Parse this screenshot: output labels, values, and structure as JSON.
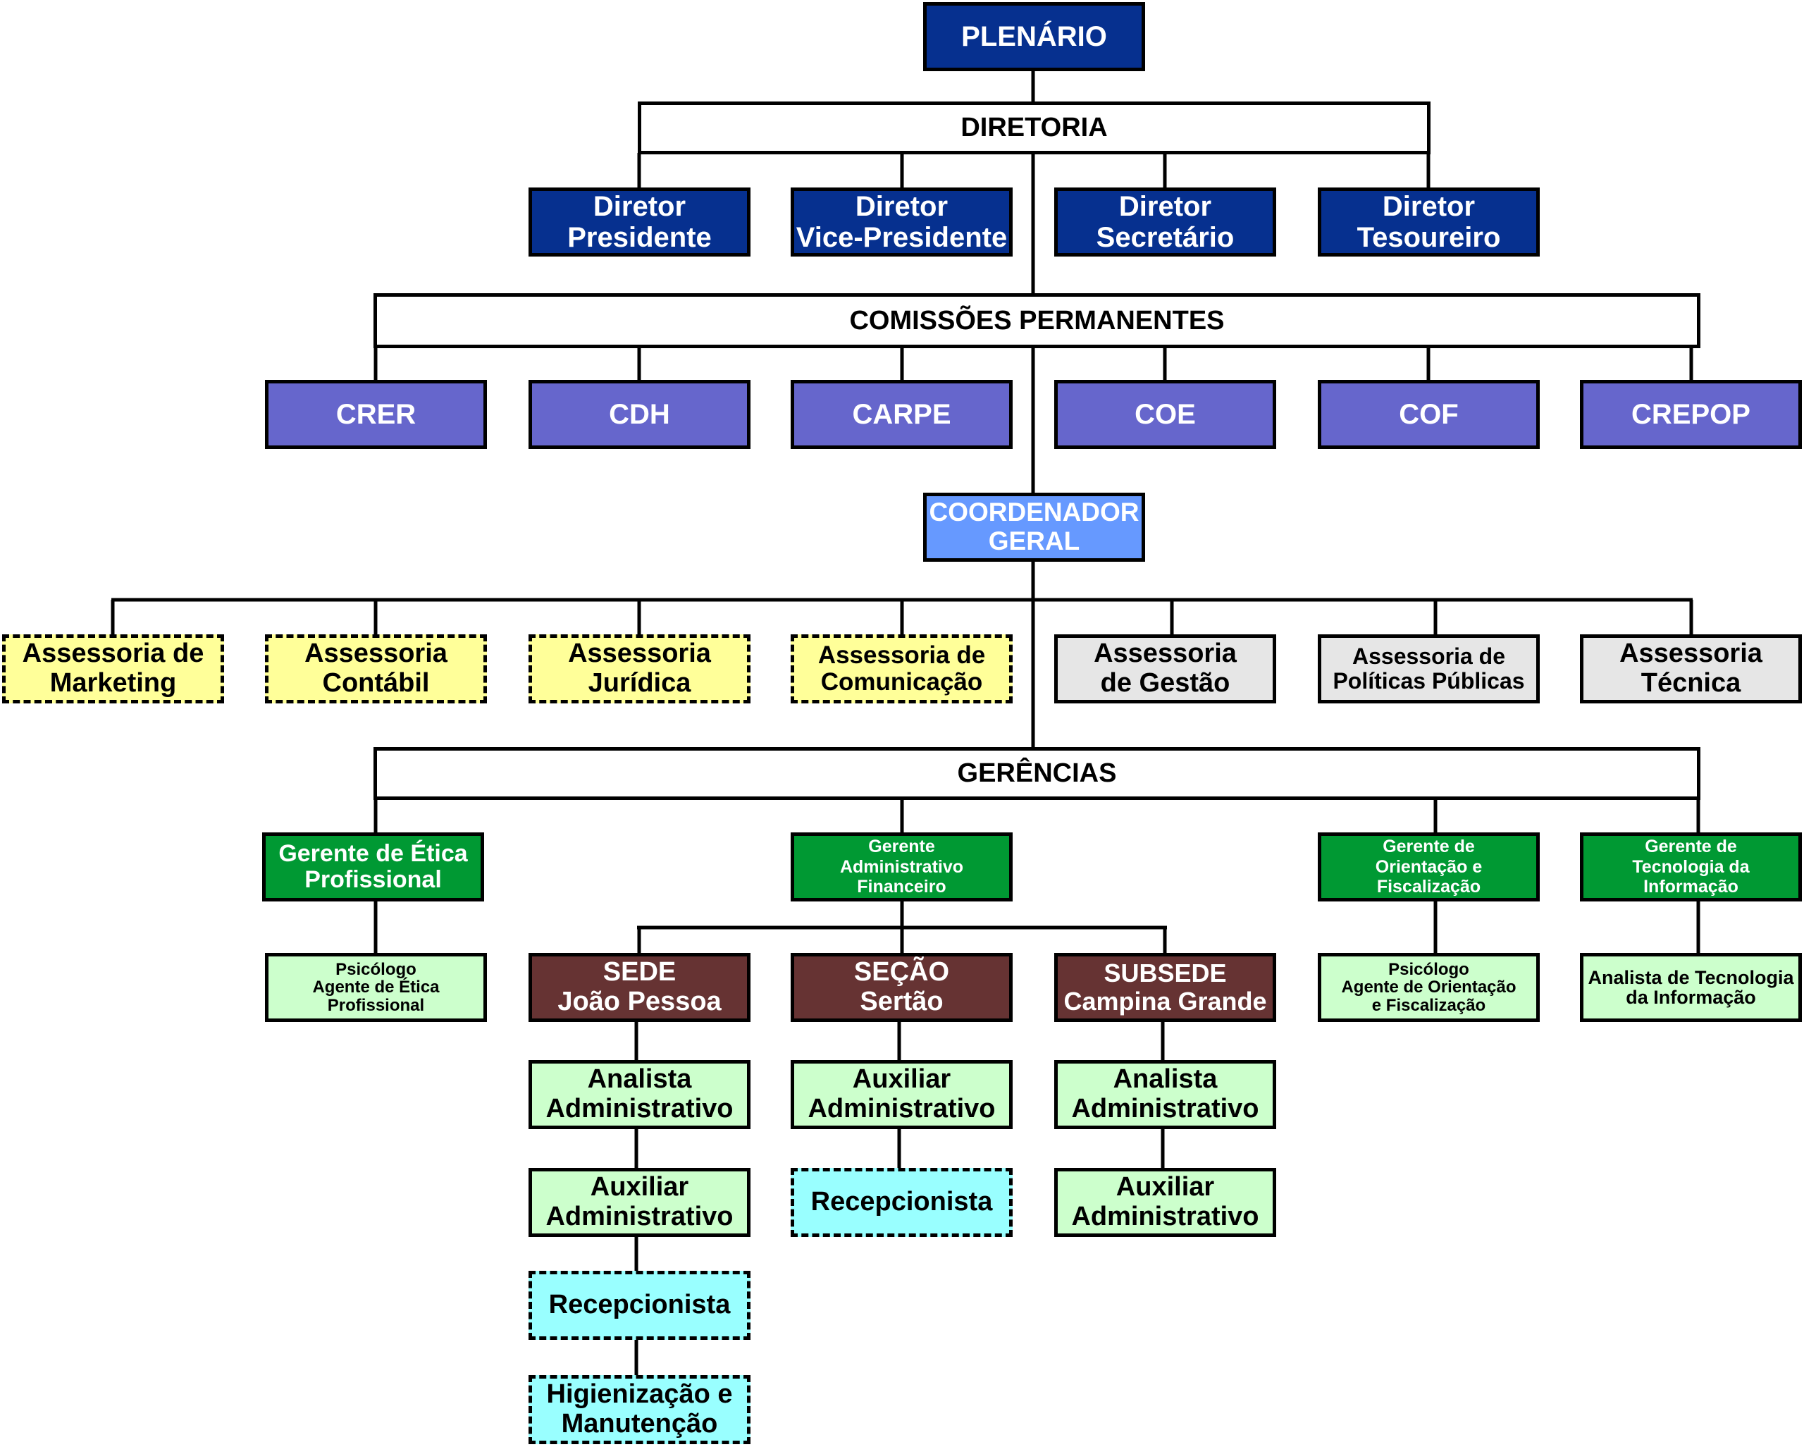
{
  "top": {
    "plenario": "PLENÁRIO"
  },
  "diretoria": {
    "title": "DIRETORIA",
    "members": [
      "Diretor\nPresidente",
      "Diretor\nVice-Presidente",
      "Diretor\nSecretário",
      "Diretor\nTesoureiro"
    ]
  },
  "comissoes": {
    "title": "COMISSÕES PERMANENTES",
    "items": [
      "CRER",
      "CDH",
      "CARPE",
      "COE",
      "COF",
      "CREPOP"
    ]
  },
  "coordenador": "COORDENADOR\nGERAL",
  "assessorias": [
    "Assessoria de\nMarketing",
    "Assessoria\nContábil",
    "Assessoria\nJurídica",
    "Assessoria de\nComunicação",
    "Assessoria\nde Gestão",
    "Assessoria de\nPolíticas Públicas",
    "Assessoria\nTécnica"
  ],
  "gerencias": {
    "title": "GERÊNCIAS",
    "etica": {
      "gerente": "Gerente de Ética\nProfissional",
      "staff": "Psicólogo\nAgente de Ética\nProfissional"
    },
    "administrativo": {
      "gerente": "Gerente\nAdministrativo\nFinanceiro",
      "sede": {
        "title": "SEDE\nJoão Pessoa",
        "staff": [
          "Analista\nAdministrativo",
          "Auxiliar\nAdministrativo",
          "Recepcionista",
          "Higienização e\nManutenção"
        ]
      },
      "secao": {
        "title": "SEÇÃO\nSertão",
        "staff": [
          "Auxiliar\nAdministrativo",
          "Recepcionista"
        ]
      },
      "subsede": {
        "title": "SUBSEDE\nCampina Grande",
        "staff": [
          "Analista\nAdministrativo",
          "Auxiliar\nAdministrativo"
        ]
      }
    },
    "orientacao": {
      "gerente": "Gerente de\nOrientação e\nFiscalização",
      "staff": "Psicólogo\nAgente de Orientação\ne Fiscalização"
    },
    "tecnologia": {
      "gerente": "Gerente de\nTecnologia da\nInformação",
      "staff": "Analista de Tecnologia\nda Informação"
    }
  },
  "colors": {
    "dark_blue": "#06308f",
    "purple": "#6666cc",
    "light_blue": "#6699ff",
    "yellow": "#ffff99",
    "gray": "#e6e6e6",
    "green": "#009933",
    "light_green": "#ccffcc",
    "brown": "#663333",
    "cyan": "#99ffff"
  }
}
